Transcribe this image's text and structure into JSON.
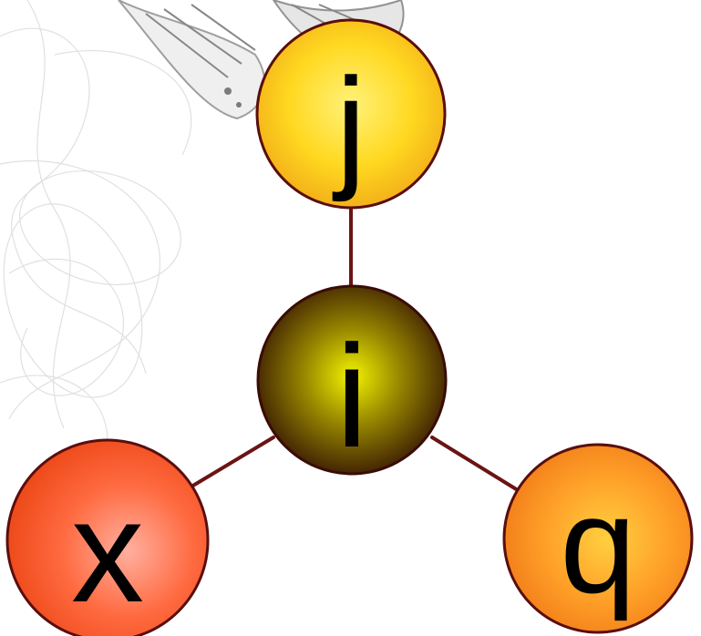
{
  "diagram": {
    "center": {
      "label": "i"
    },
    "nodes": [
      {
        "id": "top",
        "label": "j"
      },
      {
        "id": "left",
        "label": "x"
      },
      {
        "id": "right",
        "label": "q"
      }
    ]
  },
  "colors": {
    "edge": "#6b1414",
    "outline": "#5a0e0e",
    "center_gradient": [
      "#f2f200",
      "#9a8a00",
      "#3a1a04"
    ],
    "j_gradient": [
      "#fff27a",
      "#ffd820",
      "#f0a818"
    ],
    "x_gradient": [
      "#ffb0a0",
      "#ff6a40",
      "#ee4a1a"
    ],
    "q_gradient": [
      "#ffd040",
      "#ffa028",
      "#f07a18"
    ]
  },
  "background": {
    "decoration": "faint-sketch-swirls-and-butterfly-illustration"
  }
}
